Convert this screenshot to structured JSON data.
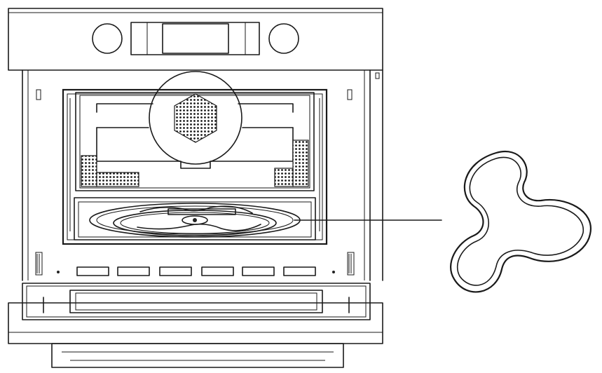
{
  "figure": {
    "parts": [
      {
        "name": "control-panel"
      },
      {
        "name": "oven-cavity"
      },
      {
        "name": "turntable-support"
      },
      {
        "name": "roller-ring-detail"
      },
      {
        "name": "oven-door"
      }
    ],
    "colors": {
      "line": "#1a1a1a",
      "background": "#ffffff"
    }
  }
}
